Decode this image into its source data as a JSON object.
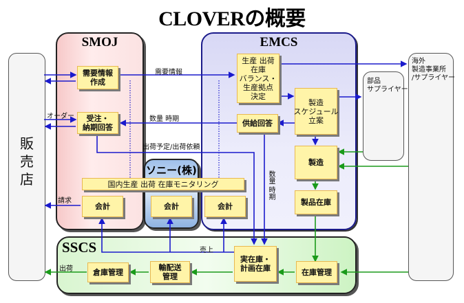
{
  "title": "CLOVERの概要",
  "regions": {
    "smoj": "SMOJ",
    "emcs": "EMCS",
    "sony": "ソニー(株)",
    "sscs": "SSCS"
  },
  "external": {
    "dealer": "販\n売\n店",
    "parts_supplier": "部品\nサプライヤー",
    "overseas": "海外\n製造事業所\n/サプライヤー"
  },
  "boxes": {
    "demand_info_create": "需要情報\n作成",
    "order_delivery_reply": "受注・\n納期回答",
    "production_balance": "生産 出荷\n在庫\nバランス・\n生産拠点\n決定",
    "supply_reply": "供給回答",
    "manufacturing_schedule": "製造\nスケジュール\n立案",
    "manufacturing": "製造",
    "product_inventory": "製品在庫",
    "monitoring": "国内生産 出荷 在庫モニタリング",
    "accounting_smoj": "会計",
    "accounting_sony": "会計",
    "accounting_emcs": "会計",
    "actual_planned_inventory": "実在庫・\n計画在庫",
    "inventory_management": "在庫管理",
    "transport_management": "輸配送\n管理",
    "warehouse_management": "倉庫管理"
  },
  "labels": {
    "demand_info": "需要情報",
    "order": "オーダー",
    "quantity_timing": "数量 時期",
    "shipping_plan_request": "出荷予定/出荷依頼",
    "quantity_timing_vertical": "数量 時期",
    "billing": "請求",
    "sales": "売上",
    "shipping": "出荷"
  },
  "colors": {
    "info_flow": "#1a1acc",
    "goods_flow": "#1a9a1a",
    "box_fill": "#fff4a8"
  }
}
